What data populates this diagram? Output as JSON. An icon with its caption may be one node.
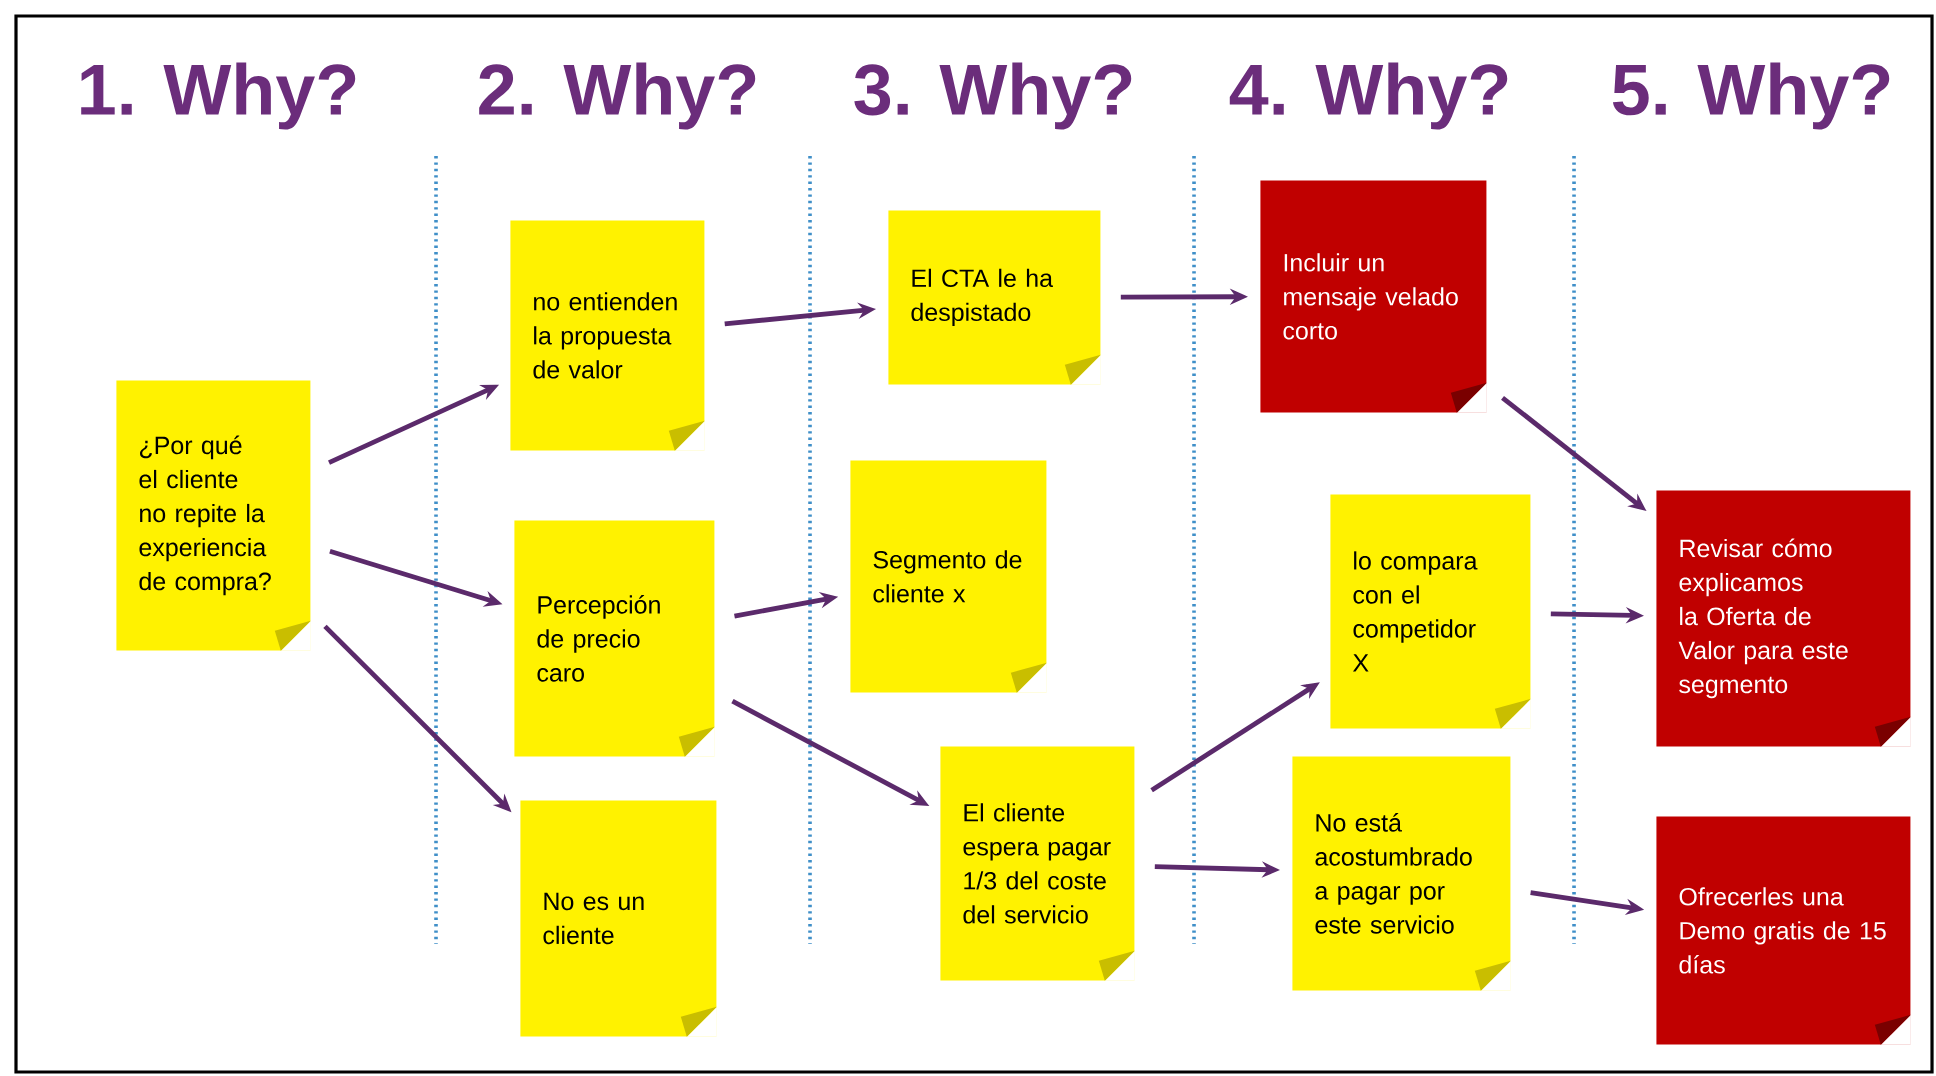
{
  "diagram": {
    "nodes": [
      {
        "text": [
          "¿Por qué el cliente no repite la experiencia de compra?"
        ]
      },
      {
        "text": [
          "no entienden la propuesta de valor"
        ]
      },
      {
        "text": [
          "Percepción de precio caro"
        ]
      },
      {
        "text": [
          "No es un cliente"
        ]
      },
      {
        "text": [
          "El CTA le ha despistado"
        ]
      },
      {
        "text": [
          "Segmento de cliente x"
        ]
      },
      {
        "text": [
          "El cliente espera pagar 1/3 del coste del servicio"
        ]
      },
      {
        "text": [
          "Incluir un mensaje velado corto"
        ]
      },
      {
        "text": [
          "lo compara con el competidor X"
        ]
      },
      {
        "text": [
          "No está acostumbrado a pagar por este servicio"
        ]
      },
      {
        "text": [
          "Revisar cómo explicamos la Oferta de Valor para este segmento"
        ]
      },
      {
        "text": [
          "Ofrecerles una Demo gratis de 15 días"
        ]
      }
    ],
    "edges": [
      {
        "from": 0,
        "to": 1,
        "arrow": "to"
      },
      {
        "from": 0,
        "to": 2,
        "arrow": "to"
      },
      {
        "from": 0,
        "to": 3,
        "arrow": "to"
      },
      {
        "from": 1,
        "to": 4,
        "arrow": "to"
      },
      {
        "from": 2,
        "to": 5,
        "arrow": "to"
      },
      {
        "from": 2,
        "to": 6,
        "arrow": "to"
      },
      {
        "from": 4,
        "to": 7,
        "arrow": "to"
      },
      {
        "from": 6,
        "to": 8,
        "arrow": "to"
      },
      {
        "from": 6,
        "to": 9,
        "arrow": "to"
      },
      {
        "from": 7,
        "to": 10,
        "arrow": "to"
      },
      {
        "from": 8,
        "to": 10,
        "arrow": "to"
      },
      {
        "from": 9,
        "to": 11,
        "arrow": "to"
      }
    ],
    "labels": [
      "1. Why?",
      "2. Why?",
      "3. Why?",
      "4. Why?",
      "5. Why?"
    ]
  }
}
